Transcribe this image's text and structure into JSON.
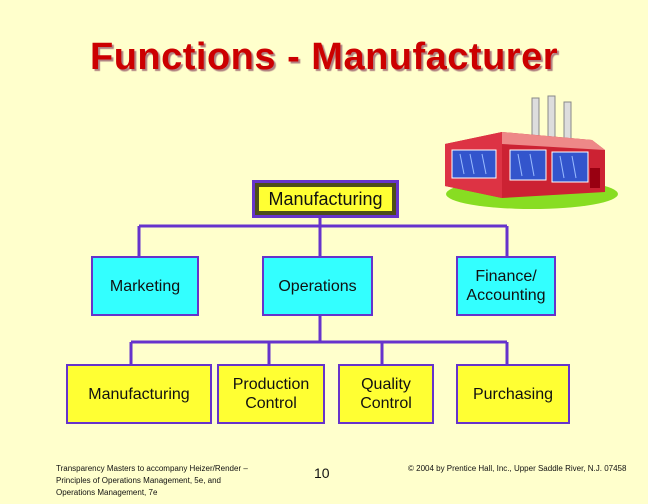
{
  "title": "Functions - Manufacturer",
  "org": {
    "root": "Manufacturing",
    "level1": [
      "Marketing",
      "Operations",
      "Finance/ Accounting"
    ],
    "level2": [
      "Manufacturing",
      "Production Control",
      "Quality Control",
      "Purchasing"
    ]
  },
  "footer": {
    "left": "Transparency Masters to accompany Heizer/Render – Principles of Operations Management, 5e, and Operations Management, 7e",
    "page": "10",
    "right": "© 2004 by Prentice Hall, Inc., Upper Saddle River, N.J. 07458"
  },
  "colors": {
    "background": "#ffffcc",
    "title": "#cc0000",
    "level1_box": "#33ffff",
    "level2_box": "#ffff33",
    "connector": "#6633cc"
  },
  "icons": {
    "factory": "factory-icon"
  }
}
